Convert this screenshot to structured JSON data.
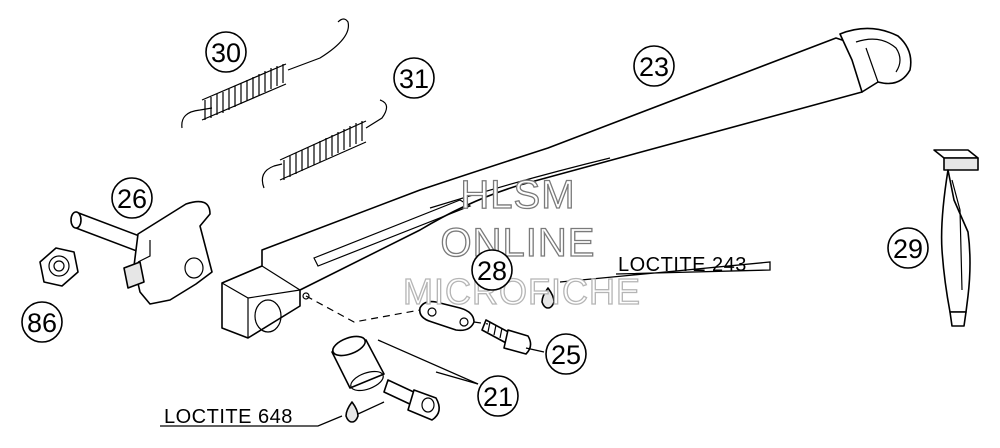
{
  "callouts": [
    {
      "id": "c30",
      "label": "30"
    },
    {
      "id": "c31",
      "label": "31"
    },
    {
      "id": "c23",
      "label": "23"
    },
    {
      "id": "c26",
      "label": "26"
    },
    {
      "id": "c28",
      "label": "28"
    },
    {
      "id": "c29",
      "label": "29"
    },
    {
      "id": "c86",
      "label": "86"
    },
    {
      "id": "c25",
      "label": "25"
    },
    {
      "id": "c21",
      "label": "21"
    }
  ],
  "notes": {
    "loctite_243": "LOCTITE 243",
    "loctite_648": "LOCTITE 648"
  },
  "watermark": {
    "line1": "HLSM",
    "line2": "ONLINE",
    "line3": "MICROFICHE"
  }
}
